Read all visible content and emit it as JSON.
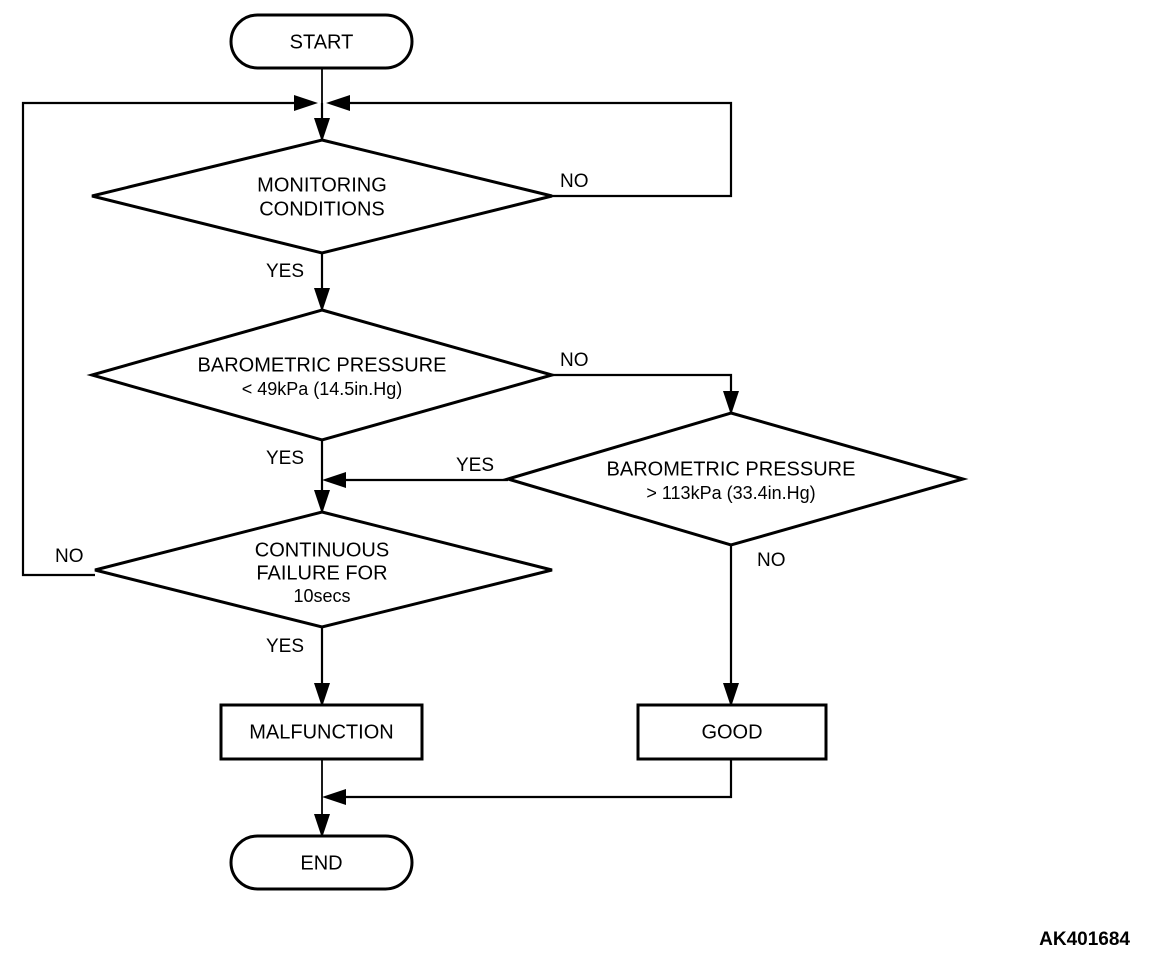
{
  "diagram": {
    "id_code": "AK401684",
    "nodes": {
      "start": {
        "label": "START",
        "type": "terminator"
      },
      "monitoring": {
        "label_line1": "MONITORING",
        "label_line2": "CONDITIONS",
        "type": "decision"
      },
      "baro_low": {
        "label_line1": "BAROMETRIC PRESSURE",
        "label_line2": "< 49kPa (14.5in.Hg)",
        "type": "decision"
      },
      "baro_high": {
        "label_line1": "BAROMETRIC PRESSURE",
        "label_line2": "> 113kPa (33.4in.Hg)",
        "type": "decision"
      },
      "continuous_failure": {
        "label_line1": "CONTINUOUS",
        "label_line2": "FAILURE FOR",
        "label_line3": "10secs",
        "type": "decision"
      },
      "malfunction": {
        "label": "MALFUNCTION",
        "type": "process"
      },
      "good": {
        "label": "GOOD",
        "type": "process"
      },
      "end": {
        "label": "END",
        "type": "terminator"
      }
    },
    "edge_labels": {
      "monitoring_no": "NO",
      "monitoring_yes": "YES",
      "baro_low_no": "NO",
      "baro_low_yes": "YES",
      "baro_high_yes": "YES",
      "baro_high_no": "NO",
      "failure_no": "NO",
      "failure_yes": "YES"
    },
    "colors": {
      "stroke": "#000000",
      "fill": "#ffffff",
      "background": "#ffffff"
    }
  }
}
